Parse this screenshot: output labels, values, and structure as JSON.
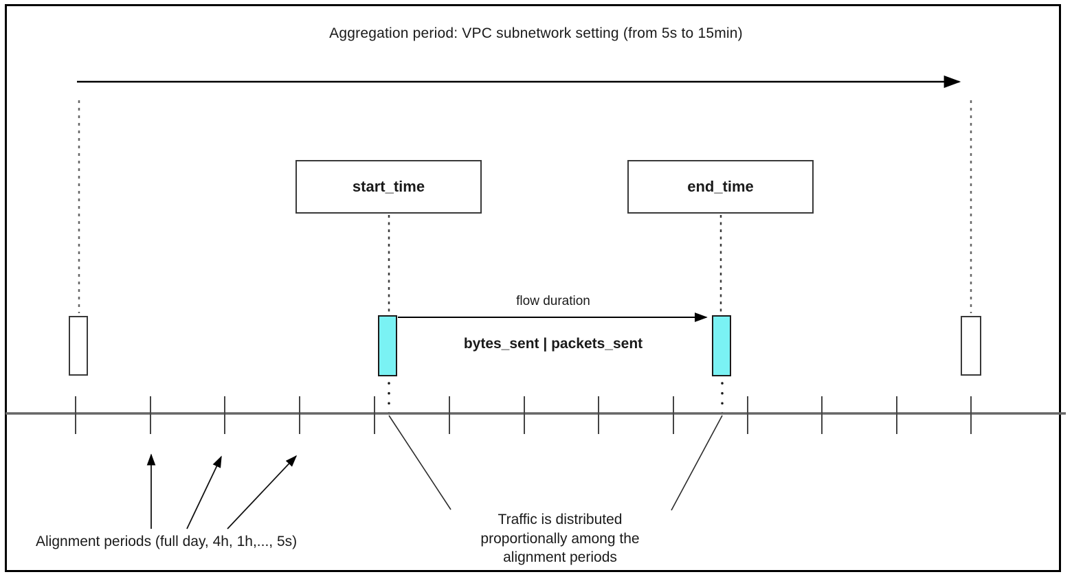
{
  "title": "Aggregation period: VPC subnetwork setting (from 5s to 15min)",
  "boxes": {
    "start_time_label": "start_time",
    "end_time_label": "end_time"
  },
  "flow": {
    "duration_label": "flow duration",
    "metrics_label": "bytes_sent | packets_sent"
  },
  "annotations": {
    "alignment_periods_label": "Alignment periods (full day, 4h, 1h,..., 5s)",
    "traffic_line1": "Traffic is distributed",
    "traffic_line2": "proportionally among the",
    "traffic_line3": "alignment periods"
  },
  "timeline": {
    "tick_positions": [
      110,
      219,
      327,
      436,
      545,
      654,
      763,
      871,
      980,
      1088,
      1196,
      1305,
      1413
    ]
  },
  "colors": {
    "frame-border": "#000000",
    "box-border": "#383838",
    "cyan-fill": "#7af2f4",
    "timeline-color": "#666666",
    "tick-color": "#444444",
    "arrow-color": "#000000",
    "dash-outer": "#666666",
    "dash-inner": "#3d3d3d",
    "text-color": "#1a1a1a"
  }
}
